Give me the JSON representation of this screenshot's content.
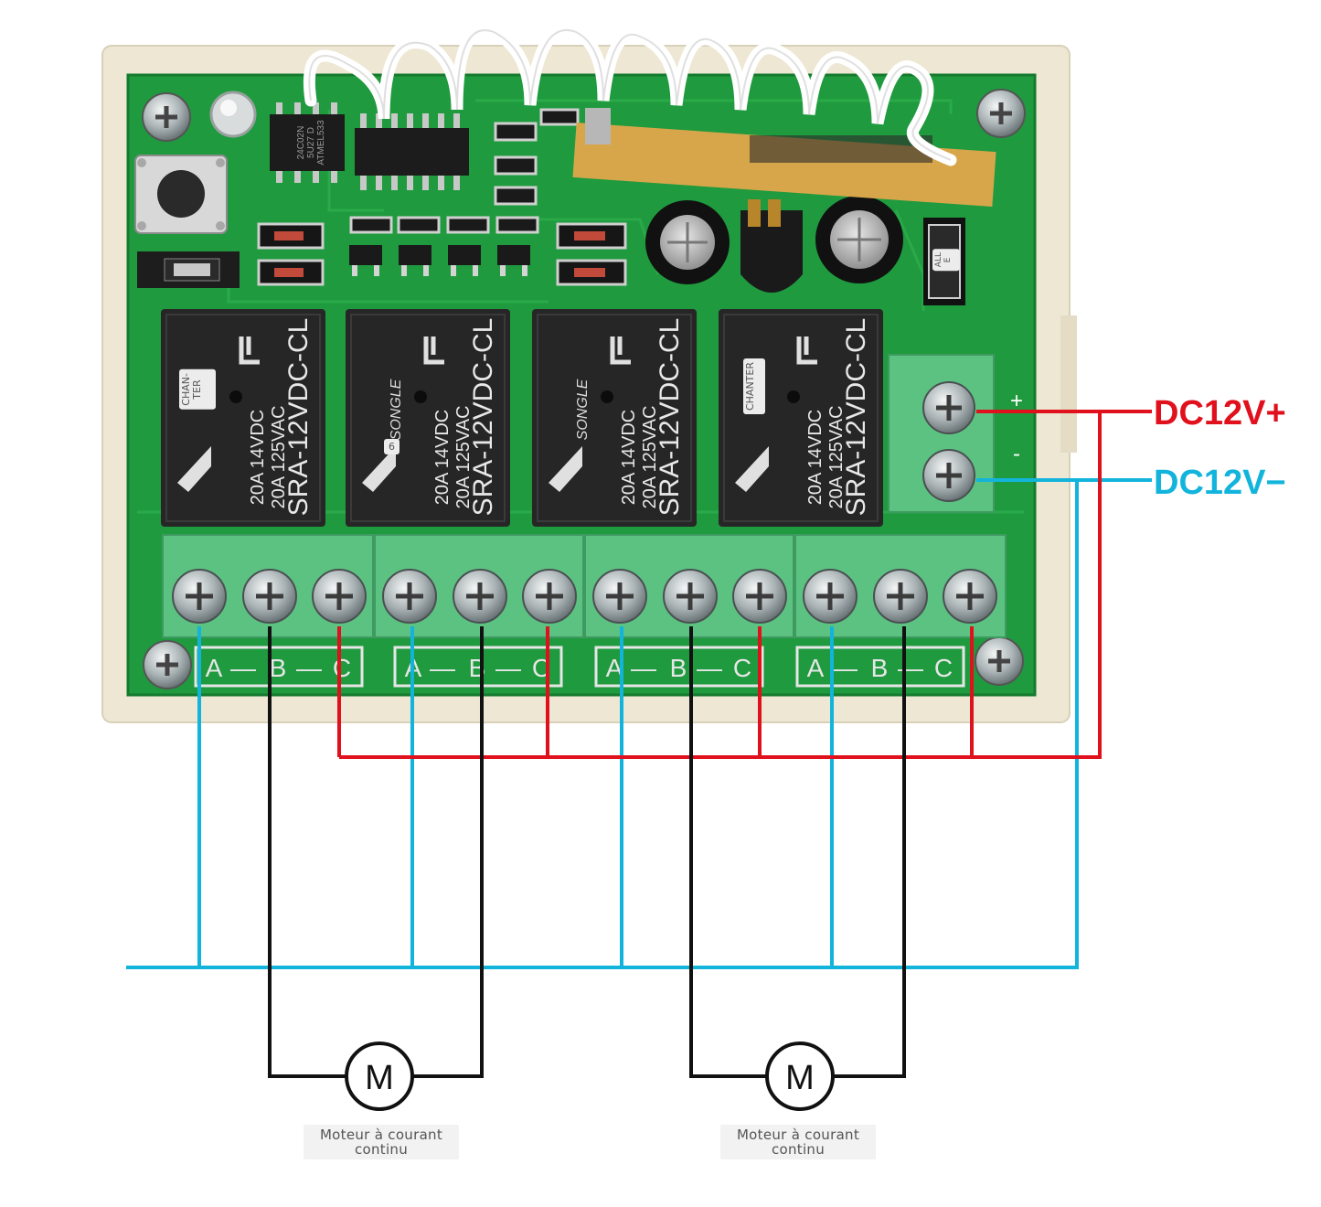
{
  "power": {
    "plus_label": "DC12V+",
    "minus_label": "DC12V−",
    "plus_color": "#e0101c",
    "minus_color": "#12b4dc",
    "terminal_plus_mark": "+",
    "terminal_minus_mark": "-"
  },
  "wire_colors": {
    "motor": "#111111",
    "common": "#12b4dc",
    "supply": "#e0101c"
  },
  "board": {
    "pcb_color": "#1f9a3e",
    "case_color": "#ede7d3",
    "terminal_color": "#5cc281",
    "relay_color": "#262626"
  },
  "chips": {
    "left_marking": "24C02N\n5U27 D\nATMEL533"
  },
  "relays": [
    {
      "model": "SRA-12VDC-CL",
      "rating_1": "20A 14VDC",
      "rating_2": "20A 125VAC",
      "brand": ""
    },
    {
      "model": "SRA-12VDC-CL",
      "rating_1": "20A 14VDC",
      "rating_2": "20A 125VAC",
      "brand": "SONGLE"
    },
    {
      "model": "SRA-12VDC-CL",
      "rating_1": "20A 14VDC",
      "rating_2": "20A 125VAC",
      "brand": "SONGLE"
    },
    {
      "model": "SRA-12VDC-CL",
      "rating_1": "20A 14VDC",
      "rating_2": "20A 125VAC",
      "brand": ""
    }
  ],
  "overlay_tags": {
    "relay1": "CHAN-\nTER",
    "relay2": "6",
    "relay4": "CHANTER",
    "jumper": "ALL\nE"
  },
  "terminal_groups": [
    {
      "a": "A",
      "dash1": "—",
      "b": "B",
      "dash2": "—",
      "c": "C"
    },
    {
      "a": "A",
      "dash1": "—",
      "b": "B",
      "dash2": "—",
      "c": "C"
    },
    {
      "a": "A",
      "dash1": "—",
      "b": "B",
      "dash2": "—",
      "c": "C"
    },
    {
      "a": "A",
      "dash1": "—",
      "b": "B",
      "dash2": "—",
      "c": "C"
    }
  ],
  "motors": [
    {
      "symbol": "M",
      "caption": "Moteur à courant\ncontinu"
    },
    {
      "symbol": "M",
      "caption": "Moteur à courant\ncontinu"
    }
  ]
}
